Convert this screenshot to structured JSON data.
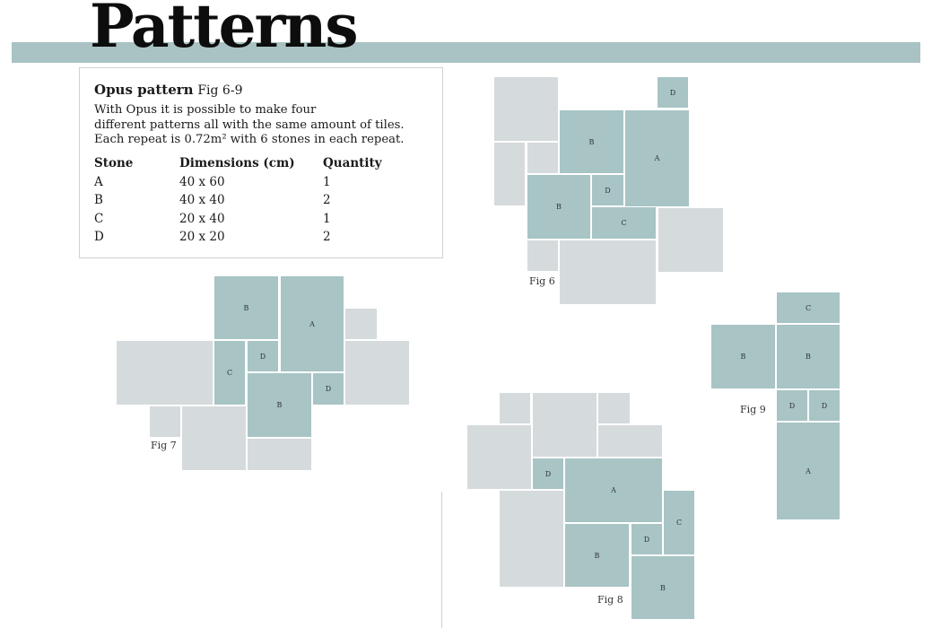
{
  "title": "Patterns",
  "box": {
    "heading": "Opus pattern",
    "heading_fig": "Fig 6-9",
    "description": [
      "With Opus it is possible to make four",
      "different patterns all with the same amount of tiles.",
      "Each repeat is 0.72m² with 6 stones in each repeat."
    ],
    "columns": [
      "Stone",
      "Dimensions (cm)",
      "Quantity"
    ],
    "rows": [
      [
        "A",
        "40 x 60",
        "1"
      ],
      [
        "B",
        "40 x 40",
        "2"
      ],
      [
        "C",
        "20 x 40",
        "1"
      ],
      [
        "D",
        "20 x 20",
        "2"
      ]
    ]
  },
  "colors": {
    "band": "#a9c2c3",
    "teal_tile": "#a8c4c5",
    "grey_tile": "#d5dadc"
  },
  "figures": [
    {
      "label": "Fig 6",
      "tiles": [
        {
          "kind": "grey",
          "label": ""
        },
        {
          "kind": "teal",
          "label": "D"
        },
        {
          "kind": "grey",
          "label": ""
        },
        {
          "kind": "grey",
          "label": ""
        },
        {
          "kind": "teal",
          "label": "B"
        },
        {
          "kind": "teal",
          "label": "A"
        },
        {
          "kind": "teal",
          "label": "B"
        },
        {
          "kind": "teal",
          "label": "D"
        },
        {
          "kind": "teal",
          "label": "C"
        },
        {
          "kind": "grey",
          "label": ""
        },
        {
          "kind": "grey",
          "label": ""
        },
        {
          "kind": "grey",
          "label": ""
        }
      ]
    },
    {
      "label": "Fig 7",
      "tiles": [
        {
          "kind": "teal",
          "label": "B"
        },
        {
          "kind": "teal",
          "label": "A"
        },
        {
          "kind": "grey",
          "label": ""
        },
        {
          "kind": "grey",
          "label": ""
        },
        {
          "kind": "teal",
          "label": "C"
        },
        {
          "kind": "teal",
          "label": "D"
        },
        {
          "kind": "grey",
          "label": ""
        },
        {
          "kind": "teal",
          "label": "B"
        },
        {
          "kind": "teal",
          "label": "D"
        },
        {
          "kind": "grey",
          "label": ""
        },
        {
          "kind": "grey",
          "label": ""
        },
        {
          "kind": "grey",
          "label": ""
        }
      ]
    },
    {
      "label": "Fig 8",
      "tiles": [
        {
          "kind": "grey",
          "label": ""
        },
        {
          "kind": "grey",
          "label": ""
        },
        {
          "kind": "grey",
          "label": ""
        },
        {
          "kind": "grey",
          "label": ""
        },
        {
          "kind": "grey",
          "label": ""
        },
        {
          "kind": "teal",
          "label": "D"
        },
        {
          "kind": "teal",
          "label": "A"
        },
        {
          "kind": "grey",
          "label": ""
        },
        {
          "kind": "teal",
          "label": "C"
        },
        {
          "kind": "teal",
          "label": "B"
        },
        {
          "kind": "teal",
          "label": "D"
        },
        {
          "kind": "teal",
          "label": "B"
        }
      ]
    },
    {
      "label": "Fig 9",
      "tiles": [
        {
          "kind": "teal",
          "label": "C"
        },
        {
          "kind": "teal",
          "label": "B"
        },
        {
          "kind": "teal",
          "label": "B"
        },
        {
          "kind": "teal",
          "label": "D"
        },
        {
          "kind": "teal",
          "label": "D"
        },
        {
          "kind": "teal",
          "label": "A"
        }
      ]
    }
  ]
}
